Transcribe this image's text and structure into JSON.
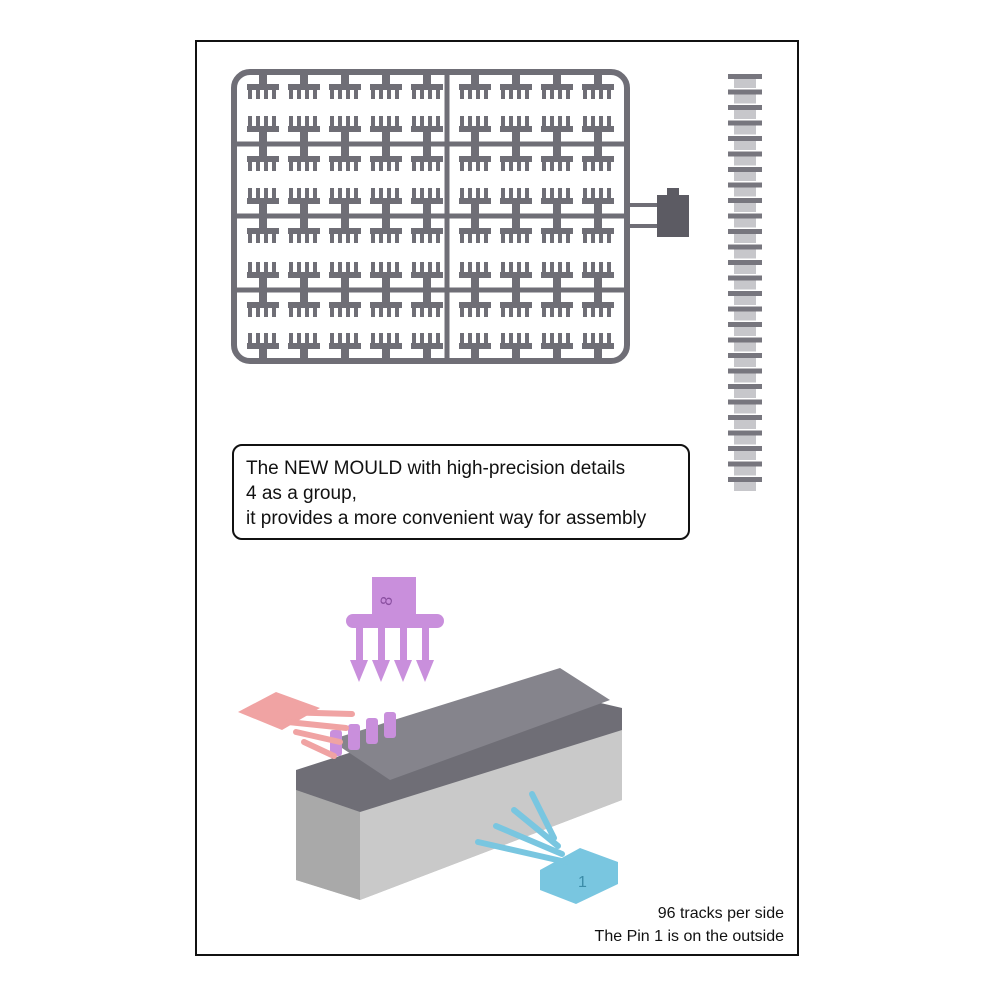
{
  "callout": {
    "lines": [
      "The NEW MOULD with high-precision details",
      "4 as a group,",
      "it provides a more convenient way for assembly"
    ]
  },
  "notes": {
    "tracks": "96 tracks per side",
    "pin": "The Pin 1 is on the outside"
  },
  "sprue": {
    "marker": "N",
    "color": "#6f6e76"
  },
  "parts": {
    "pink_color": "#f0a3a3",
    "purple_color": "#c98fdc",
    "blue_color": "#79c6e0",
    "purple_label": "8",
    "blue_label": "1"
  }
}
